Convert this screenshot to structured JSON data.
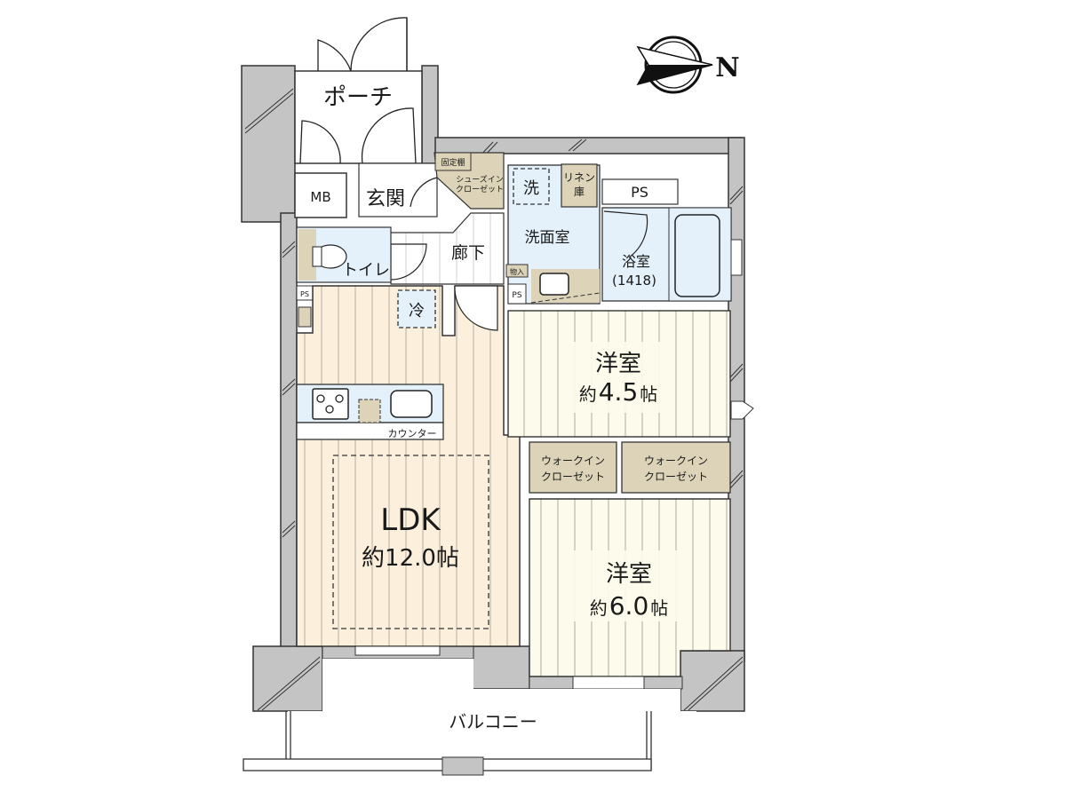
{
  "compass": {
    "label": "N",
    "icon": "north-arrow-icon"
  },
  "colors": {
    "wall": "#c4c4c4",
    "wall_stroke": "#333333",
    "ldk_floor": "#fcefdc",
    "room_floor": "#fdfcec",
    "wet_area": "#e4f1fb",
    "storage": "#dcd3b8",
    "floor_line": "#cbc5b6",
    "white": "#ffffff"
  },
  "rooms": {
    "porch": {
      "label": "ポーチ"
    },
    "meter_box": {
      "label": "MB"
    },
    "entrance": {
      "label": "玄関"
    },
    "fixed_shelf": {
      "label": "固定棚"
    },
    "shoe_closet": {
      "line1": "シューズイン",
      "line2": "クローゼット"
    },
    "washer": {
      "label": "洗"
    },
    "linen": {
      "line1": "リネン",
      "line2": "庫"
    },
    "ps_top": {
      "label": "PS"
    },
    "washroom": {
      "label": "洗面室"
    },
    "bathroom": {
      "label": "浴室",
      "size": "(1418)"
    },
    "toilet": {
      "label": "トイレ"
    },
    "hallway": {
      "label": "廊下"
    },
    "storage_small": {
      "label": "物入"
    },
    "ps_mid": {
      "label": "PS"
    },
    "ps_left": {
      "label": "PS"
    },
    "fridge": {
      "label": "冷"
    },
    "counter": {
      "label": "カウンター"
    },
    "ldk": {
      "label": "LDK",
      "area": "約12.0帖"
    },
    "western_room_1": {
      "label": "洋室",
      "area_prefix": "約",
      "area_value": "4.5",
      "area_unit": "帖"
    },
    "western_room_2": {
      "label": "洋室",
      "area_prefix": "約",
      "area_value": "6.0",
      "area_unit": "帖"
    },
    "walk_in_closet_1": {
      "line1": "ウォークイン",
      "line2": "クローゼット"
    },
    "walk_in_closet_2": {
      "line1": "ウォークイン",
      "line2": "クローゼット"
    },
    "balcony": {
      "label": "バルコニー"
    }
  }
}
